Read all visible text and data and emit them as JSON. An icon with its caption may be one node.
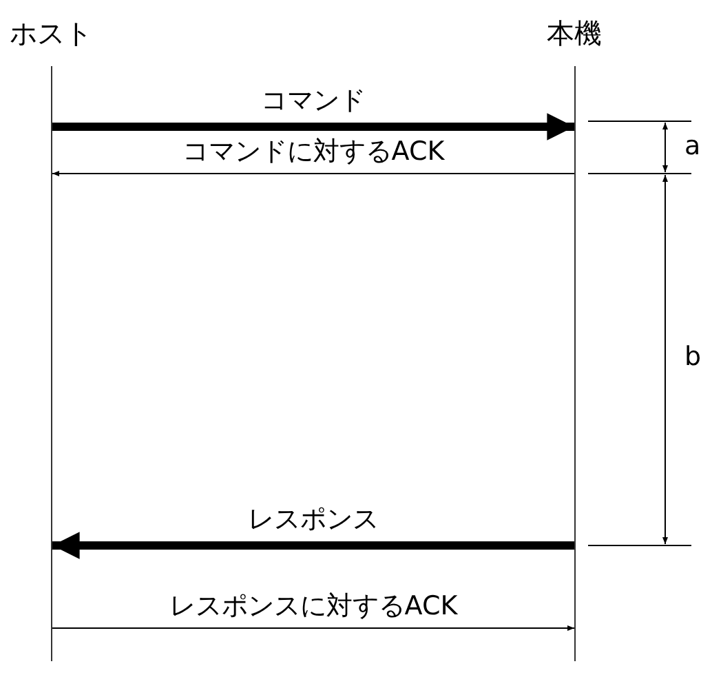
{
  "diagram": {
    "nodes": [
      {
        "text": [
          "ホスト"
        ]
      },
      {
        "text": [
          "本機"
        ]
      }
    ],
    "edges": [
      {
        "from": 0,
        "to": 1,
        "label": "コマンド",
        "arrow": "to",
        "style": "thick"
      },
      {
        "from": 1,
        "to": 0,
        "label": "コマンドに対するACK",
        "arrow": "to"
      },
      {
        "from": 1,
        "to": 0,
        "label": "レスポンス",
        "arrow": "to",
        "style": "thick"
      },
      {
        "from": 0,
        "to": 1,
        "label": "レスポンスに対するACK",
        "arrow": "to"
      }
    ],
    "labels": [
      "a",
      "b"
    ]
  }
}
